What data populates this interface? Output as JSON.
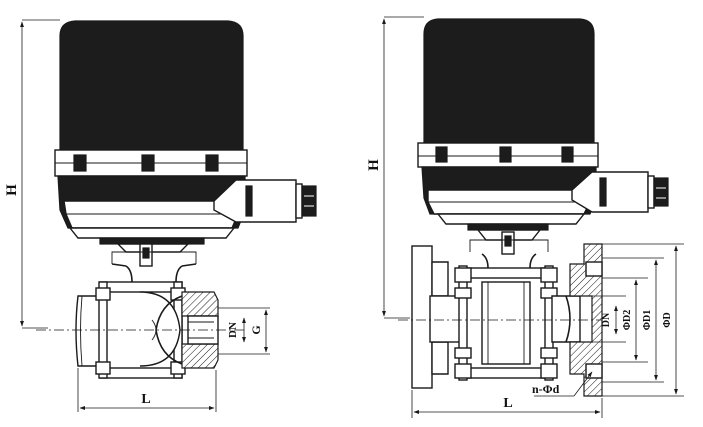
{
  "left_view": {
    "height_label": "H",
    "length_label": "L",
    "nominal_diameter_label": "DN",
    "thread_label": "G"
  },
  "right_view": {
    "height_label": "H",
    "length_label": "L",
    "nominal_diameter_label": "DN",
    "d2_label": "ΦD2",
    "d1_label": "ΦD1",
    "d_label": "ΦD",
    "bolt_holes_label": "n-Φd"
  }
}
